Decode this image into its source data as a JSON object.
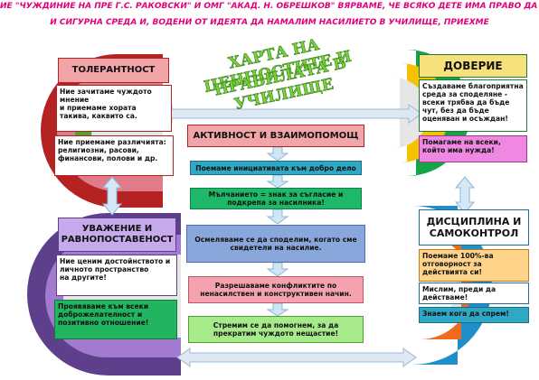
{
  "banner": {
    "line1": "ИЕ \"ЧУЖДИНИЕ НА ПРЕ Г.С. РАКОВСКИ\" И ОМГ \"АКАД. Н. ОБРЕШКОВ\" ВЯРВАМЕ, ЧЕ ВСЯКО ДЕТЕ ИМА ПРАВО ДА УЧИ В СПОКОЙНА",
    "line2": "И СИГУРНА СРЕДА И, ВОДЕНИ ОТ ИДЕЯТА ДА НАМАЛИМ НАСИЛИЕТО В УЧИЛИЩЕ, ПРИЕХМЕ"
  },
  "charter_title": {
    "line1": "ХАРТА НА ЦЕННОСТИТЕ И",
    "line2": "ПРАВИЛАТА В УЧИЛИЩЕ"
  },
  "tolerance": {
    "title": "ТОЛЕРАНТНОСТ",
    "item1": "Ние зачитаме чуждото мнение",
    "item1b": " и приемаме хората такива, каквито са.",
    "item2": "Ние приемаме различията: религиозни, расови, финансови, полови и др."
  },
  "trust": {
    "title": "ДОВЕРИЕ",
    "item1": "Създаваме благоприятна среда за споделяне - всеки трябва да бъде чут, без да бъде оценяван и осъждан!",
    "item2": "Помагаме на всеки, който има нужда!"
  },
  "respect": {
    "title": "УВАЖЕНИЕ И РАВНОПОСТАВЕНОСТ",
    "item1": "Ние ценим достойнството и личното пространство",
    "item1b": "на другите!",
    "item2": "Проявяваме към всеки доброжелателност и позитивно отношение!"
  },
  "discipline": {
    "title": "ДИСЦИПЛИНА И САМОКОНТРОЛ",
    "item1": "Поемаме 100%-ва отговорност за действията си!",
    "item2": "Мислим, преди да действаме!",
    "item3": "Знаем кога да спрем!"
  },
  "center": {
    "title": "АКТИВНОСТ И ВЗАИМОПОМОЩ",
    "item1": "Поемаме инициативата към добро дело",
    "item2": "Мълчанието = знак за съгласие и подкрепа за насилника!",
    "item3": "Осмеляваме се да споделим, когато сме свидетели на насилие.",
    "item4": "Разрешаваме конфликтите по ненасилствен и конструктивен начин.",
    "item5": "Стремим се да помогнем, за да прекратим чуждото нещастие!"
  },
  "colors": {
    "title_pink": "#e0007a",
    "wordart_green": "#7ad03a",
    "tolerance_red": "#b52222",
    "trust_green": "#16a34a",
    "respect_purple": "#5e3f8c",
    "discipline_blue": "#1e8fc8",
    "discipline_orange": "#f06a1d"
  }
}
